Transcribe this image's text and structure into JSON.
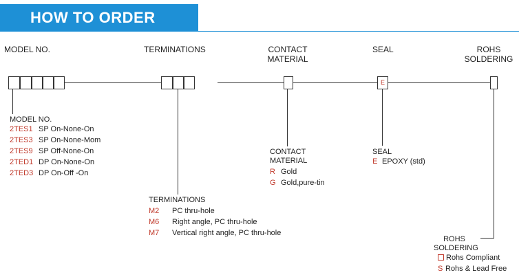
{
  "header": {
    "title": "HOW TO ORDER"
  },
  "columns": {
    "model": "MODEL NO.",
    "terminations": "TERMINATIONS",
    "contact_material": [
      "CONTACT",
      "MATERIAL"
    ],
    "seal": "SEAL",
    "rohs": [
      "ROHS",
      "SOLDERING"
    ]
  },
  "seal_box_code": "E",
  "model_section": {
    "title": "MODEL NO.",
    "items": [
      {
        "code": "2TES1",
        "desc": "SP On-None-On"
      },
      {
        "code": "2TES3",
        "desc": "SP On-None-Mom"
      },
      {
        "code": "2TES9",
        "desc": "SP Off-None-On"
      },
      {
        "code": "2TED1",
        "desc": "DP On-None-On"
      },
      {
        "code": "2TED3",
        "desc": "DP On-Off -On"
      }
    ]
  },
  "terminations_section": {
    "title": "TERMINATIONS",
    "items": [
      {
        "code": "M2",
        "desc": "PC thru-hole"
      },
      {
        "code": "M6",
        "desc": "Right angle, PC thru-hole"
      },
      {
        "code": "M7",
        "desc": "Vertical right angle, PC thru-hole"
      }
    ]
  },
  "contact_section": {
    "title": [
      "CONTACT",
      "MATERIAL"
    ],
    "items": [
      {
        "code": "R",
        "desc": "Gold"
      },
      {
        "code": "G",
        "desc": "Gold,pure-tin"
      }
    ]
  },
  "seal_section": {
    "title": "SEAL",
    "items": [
      {
        "code": "E",
        "desc": "EPOXY (std)"
      }
    ]
  },
  "rohs_section": {
    "title": [
      "ROHS",
      "SOLDERING"
    ],
    "items": [
      {
        "code": "",
        "icon": "empty-square-icon",
        "desc": "Rohs Compliant"
      },
      {
        "code": "S",
        "desc": "Rohs & Lead Free"
      }
    ]
  },
  "colors": {
    "header": "#1e90d6",
    "code": "#c0392b",
    "text": "#222222"
  }
}
